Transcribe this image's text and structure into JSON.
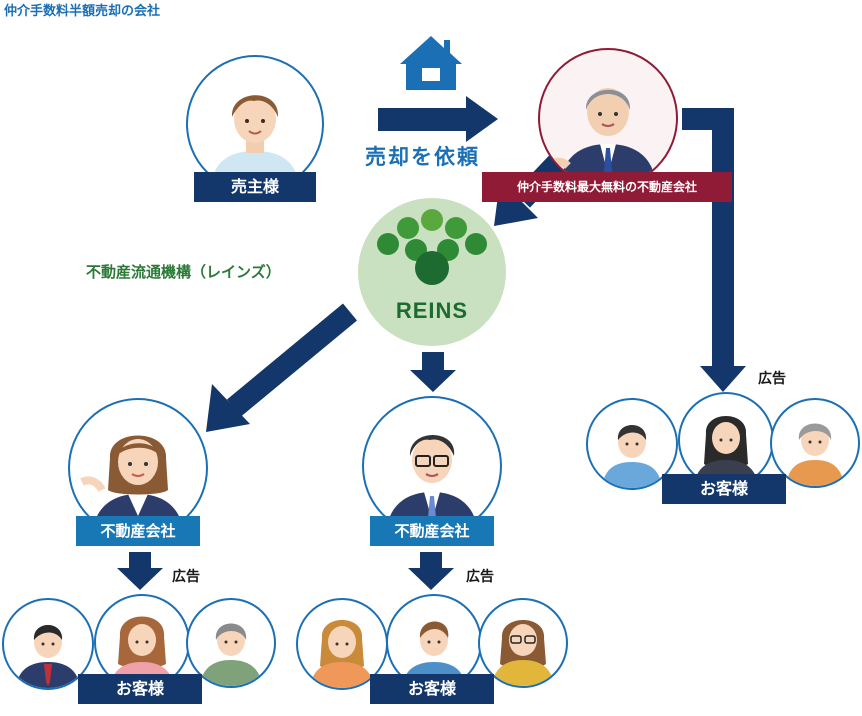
{
  "title": "仲介手数料半額売却の会社",
  "seller": {
    "label": "売主様"
  },
  "sale_request": {
    "label": "売却を依頼"
  },
  "broker": {
    "label": "仲介手数料最大無料の不動産会社"
  },
  "reins": {
    "name": "不動産流通機構（レインズ）",
    "logo_text": "REINS"
  },
  "companies": [
    {
      "label": "不動産会社"
    },
    {
      "label": "不動産会社"
    }
  ],
  "ads": [
    "広告",
    "広告",
    "広告"
  ],
  "customer_groups": [
    {
      "label": "お客様"
    },
    {
      "label": "お客様"
    },
    {
      "label": "お客様"
    }
  ],
  "colors": {
    "navy": "#13376b",
    "blue": "#1a6fb5",
    "teal": "#1878b6",
    "wine": "#8f1b36",
    "reins_bg": "#c9e1c0",
    "reins_green": "#1d6b31"
  },
  "icons": [
    "house-icon",
    "person-icon",
    "reins-logo"
  ]
}
